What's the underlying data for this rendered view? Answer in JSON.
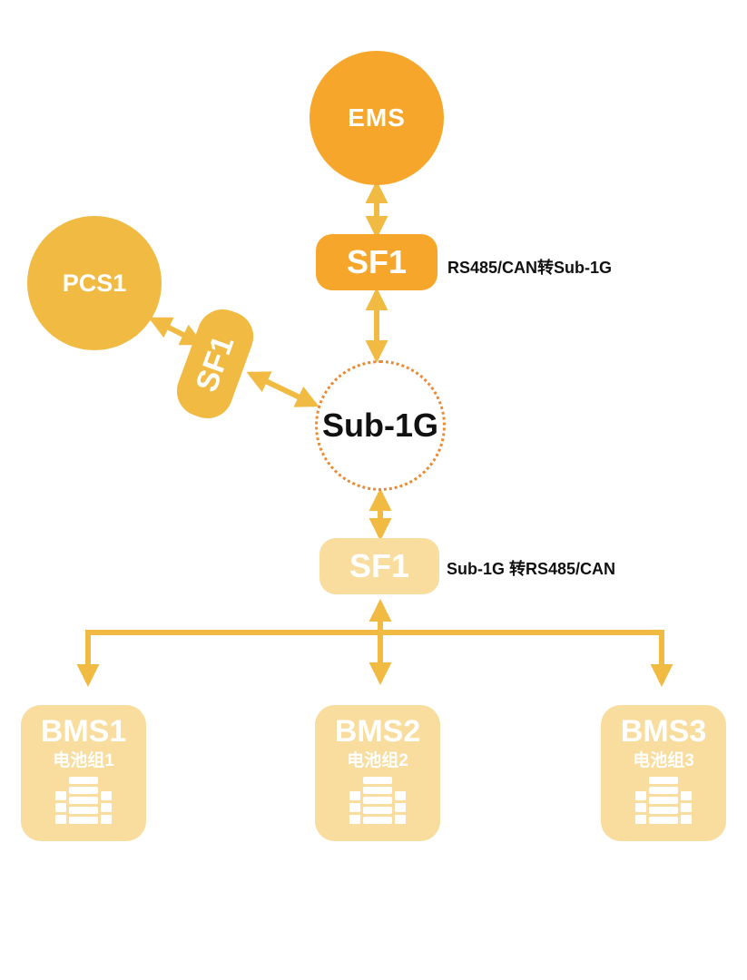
{
  "nodes": {
    "ems": "EMS",
    "pcs": "PCS1",
    "sf_top": "SF1",
    "sf_left": "SF1",
    "hub": "Sub-1G",
    "sf_mid": "SF1"
  },
  "captions": {
    "top": "RS485/CAN转Sub-1G",
    "mid": "Sub-1G 转RS485/CAN"
  },
  "bms": [
    {
      "title": "BMS1",
      "subtitle": "电池组1"
    },
    {
      "title": "BMS2",
      "subtitle": "电池组2"
    },
    {
      "title": "BMS3",
      "subtitle": "电池组3"
    }
  ],
  "colors": {
    "dark_orange": "#f6a62a",
    "gold": "#f1bb43",
    "light": "#f8dd9e",
    "arrow": "#f1bb43",
    "hub_border": "#ec8a31"
  }
}
